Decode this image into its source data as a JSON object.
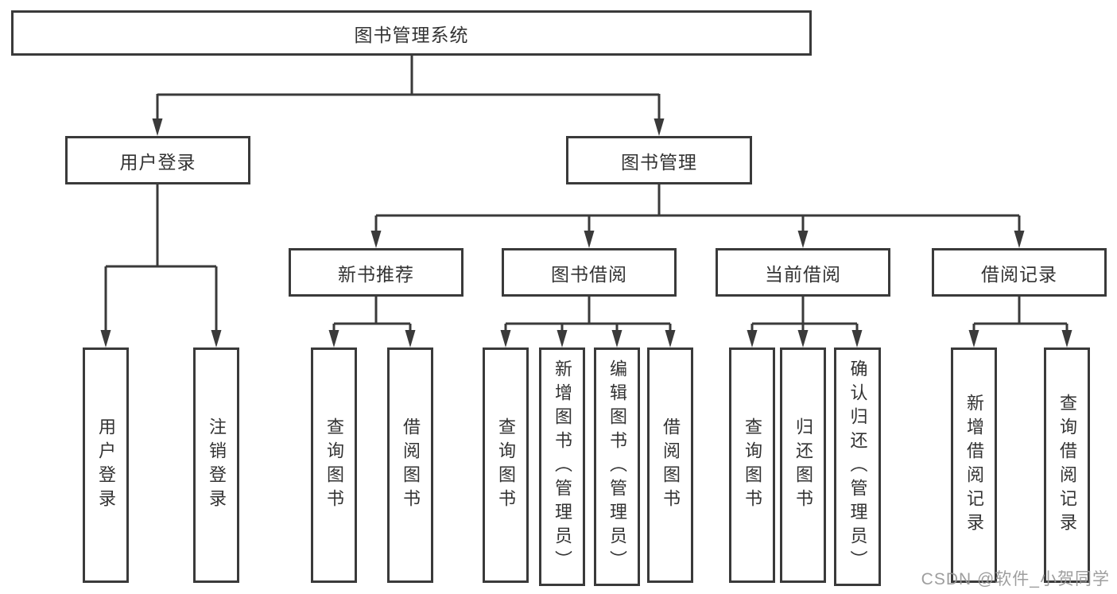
{
  "tree": {
    "label": "图书管理系统",
    "children": [
      {
        "label": "用户登录",
        "children": [
          {
            "label": "用户登录"
          },
          {
            "label": "注销登录"
          }
        ]
      },
      {
        "label": "图书管理",
        "children": [
          {
            "label": "新书推荐",
            "children": [
              {
                "label": "查询图书"
              },
              {
                "label": "借阅图书"
              }
            ]
          },
          {
            "label": "图书借阅",
            "children": [
              {
                "label": "查询图书"
              },
              {
                "label": "新增图书（管理员）"
              },
              {
                "label": "编辑图书（管理员）"
              },
              {
                "label": "借阅图书"
              }
            ]
          },
          {
            "label": "当前借阅",
            "children": [
              {
                "label": "查询图书"
              },
              {
                "label": "归还图书"
              },
              {
                "label": "确认归还（管理员）"
              }
            ]
          },
          {
            "label": "借阅记录",
            "children": [
              {
                "label": "新增借阅记录"
              },
              {
                "label": "查询借阅记录"
              }
            ]
          }
        ]
      }
    ]
  },
  "watermark": "CSDN @软件_小贺同学",
  "colors": {
    "line": "#3a3a3a",
    "text": "#333333",
    "watermark": "#969696",
    "background": "#ffffff"
  }
}
